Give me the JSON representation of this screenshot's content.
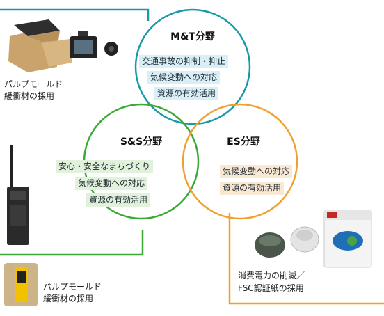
{
  "colors": {
    "mt": "#1b98a8",
    "ss": "#3aaa35",
    "es": "#f0a030",
    "tag_mt": "#d9eef7",
    "tag_ss": "#e1f1dc",
    "tag_es": "#fbe8d3"
  },
  "sectors": {
    "mt": {
      "title": "M&T分野",
      "items": [
        "交通事故の抑制・抑止",
        "気候変動への対応",
        "資源の有効活用"
      ]
    },
    "ss": {
      "title": "S&S分野",
      "items": [
        "安心・安全なまちづくり",
        "気候変動への対応",
        "資源の有効活用"
      ]
    },
    "es": {
      "title": "ES分野",
      "items": [
        "気候変動への対応",
        "資源の有効活用"
      ]
    }
  },
  "callouts": {
    "top_left": [
      "パルプモールド",
      "緩衝材の採用"
    ],
    "bottom_left": [
      "パルプモールド",
      "緩衝材の採用"
    ],
    "bottom_right": [
      "消費電力の削減／",
      "FSC認証紙の採用"
    ]
  },
  "icons": {
    "top_left_a": "pulp-packaging-icon",
    "top_left_b": "dashcam-icon",
    "left_middle": "radio-transceiver-icon",
    "bottom_left": "radio-in-pulp-tray-icon",
    "bottom_right_a": "earbuds-case-icon",
    "bottom_right_b": "earbuds-open-icon",
    "bottom_right_c": "earbuds-box-icon"
  }
}
